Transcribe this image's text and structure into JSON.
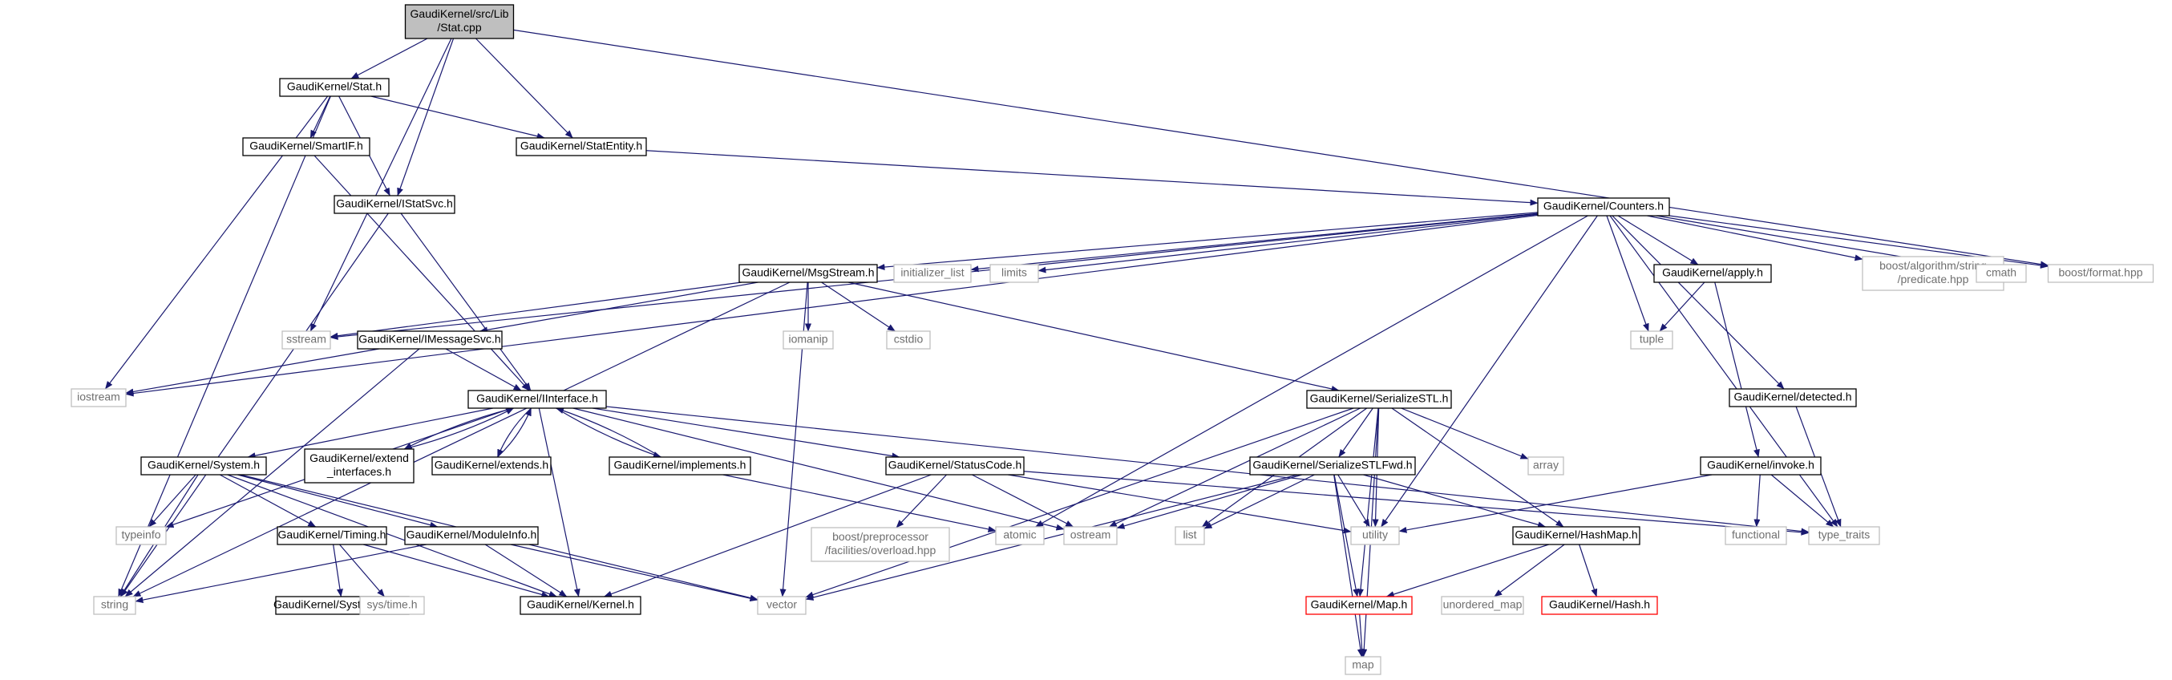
{
  "colors": {
    "edge": "#191970",
    "box_stroke": "#000000",
    "root_fill": "#bfbfbf",
    "sys_stroke": "#bfbfbf",
    "red_stroke": "#ff0000",
    "sys_text": "#6f6f6f"
  },
  "nodes": [
    {
      "id": "stat_cpp",
      "lines": [
        "GaudiKernel/src/Lib",
        "/Stat.cpp"
      ],
      "kind": "root"
    },
    {
      "id": "stat_h",
      "lines": [
        "GaudiKernel/Stat.h"
      ],
      "kind": "local"
    },
    {
      "id": "smartif",
      "lines": [
        "GaudiKernel/SmartIF.h"
      ],
      "kind": "local"
    },
    {
      "id": "istatsvc",
      "lines": [
        "GaudiKernel/IStatSvc.h"
      ],
      "kind": "local"
    },
    {
      "id": "statentity",
      "lines": [
        "GaudiKernel/StatEntity.h"
      ],
      "kind": "local"
    },
    {
      "id": "counters",
      "lines": [
        "GaudiKernel/Counters.h"
      ],
      "kind": "local"
    },
    {
      "id": "msgstream",
      "lines": [
        "GaudiKernel/MsgStream.h"
      ],
      "kind": "local"
    },
    {
      "id": "init_list",
      "lines": [
        "initializer_list"
      ],
      "kind": "sys"
    },
    {
      "id": "limits",
      "lines": [
        "limits"
      ],
      "kind": "sys"
    },
    {
      "id": "apply",
      "lines": [
        "GaudiKernel/apply.h"
      ],
      "kind": "local"
    },
    {
      "id": "predicate",
      "lines": [
        "boost/algorithm/string",
        "/predicate.hpp"
      ],
      "kind": "sys"
    },
    {
      "id": "cmath",
      "lines": [
        "cmath"
      ],
      "kind": "sys"
    },
    {
      "id": "bformat",
      "lines": [
        "boost/format.hpp"
      ],
      "kind": "sys"
    },
    {
      "id": "sstream",
      "lines": [
        "sstream"
      ],
      "kind": "sys"
    },
    {
      "id": "imessagesvc",
      "lines": [
        "GaudiKernel/IMessageSvc.h"
      ],
      "kind": "local"
    },
    {
      "id": "iomanip",
      "lines": [
        "iomanip"
      ],
      "kind": "sys"
    },
    {
      "id": "cstdio",
      "lines": [
        "cstdio"
      ],
      "kind": "sys"
    },
    {
      "id": "tuple",
      "lines": [
        "tuple"
      ],
      "kind": "sys"
    },
    {
      "id": "iostream",
      "lines": [
        "iostream"
      ],
      "kind": "sys"
    },
    {
      "id": "iinterface",
      "lines": [
        "GaudiKernel/IInterface.h"
      ],
      "kind": "local"
    },
    {
      "id": "serstl",
      "lines": [
        "GaudiKernel/SerializeSTL.h"
      ],
      "kind": "local"
    },
    {
      "id": "detected",
      "lines": [
        "GaudiKernel/detected.h"
      ],
      "kind": "local"
    },
    {
      "id": "array",
      "lines": [
        "array"
      ],
      "kind": "sys"
    },
    {
      "id": "system_h",
      "lines": [
        "GaudiKernel/System.h"
      ],
      "kind": "local"
    },
    {
      "id": "extend_if",
      "lines": [
        "GaudiKernel/extend",
        "_interfaces.h"
      ],
      "kind": "local"
    },
    {
      "id": "extends",
      "lines": [
        "GaudiKernel/extends.h"
      ],
      "kind": "local"
    },
    {
      "id": "implements",
      "lines": [
        "GaudiKernel/implements.h"
      ],
      "kind": "local"
    },
    {
      "id": "statuscode",
      "lines": [
        "GaudiKernel/StatusCode.h"
      ],
      "kind": "local"
    },
    {
      "id": "serstlfwd",
      "lines": [
        "GaudiKernel/SerializeSTLFwd.h"
      ],
      "kind": "local"
    },
    {
      "id": "invoke",
      "lines": [
        "GaudiKernel/invoke.h"
      ],
      "kind": "local"
    },
    {
      "id": "typeinfo",
      "lines": [
        "typeinfo"
      ],
      "kind": "sys"
    },
    {
      "id": "timing",
      "lines": [
        "GaudiKernel/Timing.h"
      ],
      "kind": "local"
    },
    {
      "id": "moduleinfo",
      "lines": [
        "GaudiKernel/ModuleInfo.h"
      ],
      "kind": "local"
    },
    {
      "id": "boostpp",
      "lines": [
        "boost/preprocessor",
        "/facilities/overload.hpp"
      ],
      "kind": "sys"
    },
    {
      "id": "atomic",
      "lines": [
        "atomic"
      ],
      "kind": "sys"
    },
    {
      "id": "ostream",
      "lines": [
        "ostream"
      ],
      "kind": "sys"
    },
    {
      "id": "list",
      "lines": [
        "list"
      ],
      "kind": "sys"
    },
    {
      "id": "utility",
      "lines": [
        "utility"
      ],
      "kind": "sys"
    },
    {
      "id": "hashmap",
      "lines": [
        "GaudiKernel/HashMap.h"
      ],
      "kind": "local"
    },
    {
      "id": "functional",
      "lines": [
        "functional"
      ],
      "kind": "sys"
    },
    {
      "id": "type_traits",
      "lines": [
        "type_traits"
      ],
      "kind": "sys"
    },
    {
      "id": "string",
      "lines": [
        "string"
      ],
      "kind": "sys"
    },
    {
      "id": "systembase",
      "lines": [
        "GaudiKernel/SystemBase.h"
      ],
      "kind": "local"
    },
    {
      "id": "systime",
      "lines": [
        "sys/time.h"
      ],
      "kind": "sys"
    },
    {
      "id": "kernel",
      "lines": [
        "GaudiKernel/Kernel.h"
      ],
      "kind": "local"
    },
    {
      "id": "vector",
      "lines": [
        "vector"
      ],
      "kind": "sys"
    },
    {
      "id": "map_h",
      "lines": [
        "GaudiKernel/Map.h"
      ],
      "kind": "red"
    },
    {
      "id": "unordered_map",
      "lines": [
        "unordered_map"
      ],
      "kind": "sys"
    },
    {
      "id": "hash_h",
      "lines": [
        "GaudiKernel/Hash.h"
      ],
      "kind": "red"
    },
    {
      "id": "map",
      "lines": [
        "map"
      ],
      "kind": "sys"
    }
  ],
  "edges": [
    [
      "stat_cpp",
      "stat_h"
    ],
    [
      "stat_cpp",
      "istatsvc"
    ],
    [
      "stat_cpp",
      "statentity"
    ],
    [
      "stat_cpp",
      "sstream"
    ],
    [
      "stat_cpp",
      "bformat"
    ],
    [
      "stat_h",
      "smartif"
    ],
    [
      "stat_h",
      "istatsvc"
    ],
    [
      "stat_h",
      "statentity"
    ],
    [
      "stat_h",
      "iostream"
    ],
    [
      "stat_h",
      "string"
    ],
    [
      "smartif",
      "iinterface"
    ],
    [
      "istatsvc",
      "iinterface"
    ],
    [
      "istatsvc",
      "string"
    ],
    [
      "statentity",
      "counters"
    ],
    [
      "counters",
      "msgstream"
    ],
    [
      "counters",
      "init_list"
    ],
    [
      "counters",
      "limits"
    ],
    [
      "counters",
      "apply"
    ],
    [
      "counters",
      "predicate"
    ],
    [
      "counters",
      "cmath"
    ],
    [
      "counters",
      "bformat"
    ],
    [
      "counters",
      "sstream"
    ],
    [
      "counters",
      "iostream"
    ],
    [
      "counters",
      "tuple"
    ],
    [
      "counters",
      "detected"
    ],
    [
      "counters",
      "atomic"
    ],
    [
      "counters",
      "utility"
    ],
    [
      "counters",
      "type_traits"
    ],
    [
      "msgstream",
      "imessagesvc"
    ],
    [
      "msgstream",
      "sstream"
    ],
    [
      "msgstream",
      "iomanip"
    ],
    [
      "msgstream",
      "cstdio"
    ],
    [
      "msgstream",
      "serstl"
    ],
    [
      "msgstream",
      "vector"
    ],
    [
      "msgstream",
      "string"
    ],
    [
      "imessagesvc",
      "iinterface"
    ],
    [
      "imessagesvc",
      "iostream"
    ],
    [
      "imessagesvc",
      "string"
    ],
    [
      "apply",
      "tuple"
    ],
    [
      "apply",
      "invoke"
    ],
    [
      "detected",
      "type_traits"
    ],
    [
      "iinterface",
      "system_h"
    ],
    [
      "iinterface",
      "extend_if"
    ],
    [
      "iinterface",
      "extends"
    ],
    [
      "iinterface",
      "implements"
    ],
    [
      "iinterface",
      "statuscode"
    ],
    [
      "iinterface",
      "kernel"
    ],
    [
      "iinterface",
      "typeinfo"
    ],
    [
      "iinterface",
      "ostream"
    ],
    [
      "iinterface",
      "type_traits"
    ],
    [
      "extend_if",
      "iinterface"
    ],
    [
      "extends",
      "iinterface"
    ],
    [
      "implements",
      "iinterface"
    ],
    [
      "implements",
      "atomic"
    ],
    [
      "serstl",
      "serstlfwd"
    ],
    [
      "serstl",
      "array"
    ],
    [
      "serstl",
      "ostream"
    ],
    [
      "serstl",
      "list"
    ],
    [
      "serstl",
      "utility"
    ],
    [
      "serstl",
      "hashmap"
    ],
    [
      "serstl",
      "map_h"
    ],
    [
      "serstl",
      "map"
    ],
    [
      "serstl",
      "vector"
    ],
    [
      "serstlfwd",
      "ostream"
    ],
    [
      "serstlfwd",
      "list"
    ],
    [
      "serstlfwd",
      "utility"
    ],
    [
      "serstlfwd",
      "map_h"
    ],
    [
      "serstlfwd",
      "hashmap"
    ],
    [
      "serstlfwd",
      "map"
    ],
    [
      "serstlfwd",
      "vector"
    ],
    [
      "invoke",
      "functional"
    ],
    [
      "invoke",
      "type_traits"
    ],
    [
      "invoke",
      "utility"
    ],
    [
      "system_h",
      "typeinfo"
    ],
    [
      "system_h",
      "string"
    ],
    [
      "system_h",
      "timing"
    ],
    [
      "system_h",
      "moduleinfo"
    ],
    [
      "system_h",
      "kernel"
    ],
    [
      "system_h",
      "vector"
    ],
    [
      "statuscode",
      "boostpp"
    ],
    [
      "statuscode",
      "ostream"
    ],
    [
      "statuscode",
      "utility"
    ],
    [
      "statuscode",
      "kernel"
    ],
    [
      "statuscode",
      "type_traits"
    ],
    [
      "timing",
      "systembase"
    ],
    [
      "timing",
      "systime"
    ],
    [
      "timing",
      "kernel"
    ],
    [
      "moduleinfo",
      "kernel"
    ],
    [
      "moduleinfo",
      "string"
    ],
    [
      "moduleinfo",
      "vector"
    ],
    [
      "hashmap",
      "map_h"
    ],
    [
      "hashmap",
      "unordered_map"
    ],
    [
      "hashmap",
      "hash_h"
    ],
    [
      "map_h",
      "map"
    ]
  ]
}
